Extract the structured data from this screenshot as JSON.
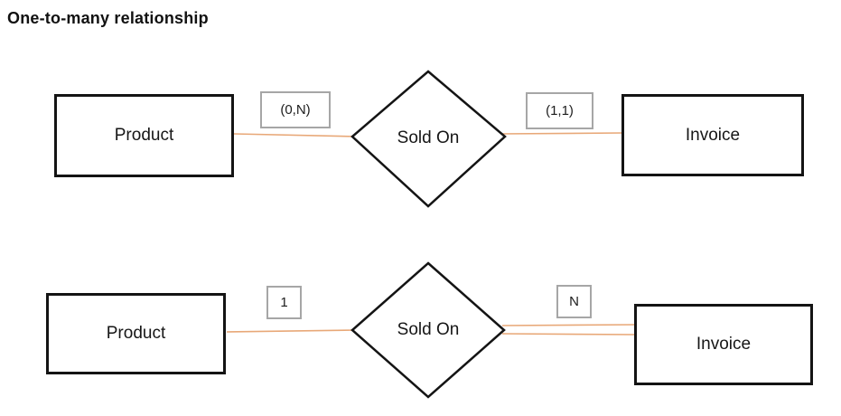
{
  "title": "One-to-many relationship",
  "colors": {
    "background": "#ffffff",
    "entity_border": "#141414",
    "connector": "#e8a878",
    "label_border": "#a6a6a6"
  },
  "diagrams": [
    {
      "entity_left": "Product",
      "cardinality_left": "(0,N)",
      "relationship": "Sold On",
      "cardinality_right": "(1,1)",
      "entity_right": "Invoice",
      "connector_left_style": "single",
      "connector_right_style": "single"
    },
    {
      "entity_left": "Product",
      "cardinality_left": "1",
      "relationship": "Sold On",
      "cardinality_right": "N",
      "entity_right": "Invoice",
      "connector_left_style": "single",
      "connector_right_style": "double"
    }
  ]
}
